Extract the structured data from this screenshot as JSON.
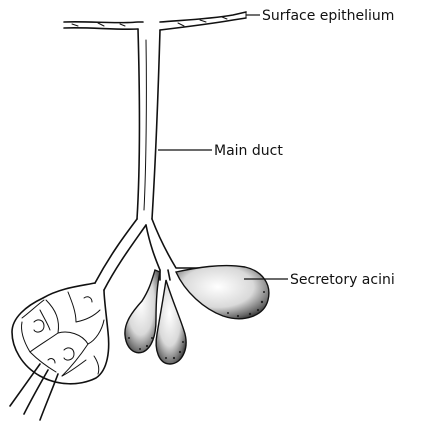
{
  "labels": {
    "surface_epithelium": "Surface epithelium",
    "main_duct": "Main duct",
    "secretory_acini": "Secretory acini"
  },
  "colors": {
    "ink": "#111111",
    "background": "#ffffff"
  }
}
